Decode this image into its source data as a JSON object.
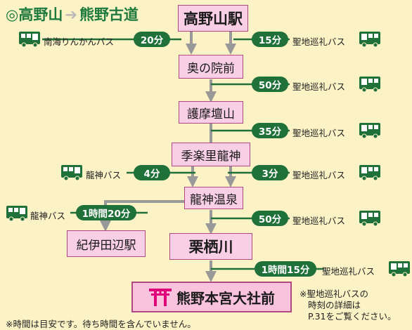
{
  "title": {
    "from": "◎高野山",
    "arrow": "➔",
    "to": "熊野古道"
  },
  "stations": {
    "koyasan": "高野山駅",
    "okunoin": "奥の院前",
    "gomadanzan": "護摩壇山",
    "kiyoraku": "季楽里龍神",
    "ryujin_onsen": "龍神温泉",
    "kii_tanabe": "紀伊田辺駅",
    "kurisugawa": "栗栖川",
    "hongu": "熊野本宮大社前"
  },
  "segments": {
    "nankai_time": "20分",
    "nankai_bus": "南海りんかんバス",
    "seichi_15": "15分",
    "seichi_15_bus": "聖地巡礼バス",
    "seichi_50a": "50分",
    "seichi_50a_bus": "聖地巡礼バス",
    "seichi_35": "35分",
    "seichi_35_bus": "聖地巡礼バス",
    "ryujin_4": "4分",
    "ryujin_4_bus": "龍神バス",
    "seichi_3": "3分",
    "seichi_3_bus": "聖地巡礼バス",
    "ryujin_120": "1時間20分",
    "ryujin_120_bus": "龍神バス",
    "seichi_50b": "50分",
    "seichi_50b_bus": "聖地巡礼バス",
    "seichi_75": "1時間15分",
    "seichi_75_bus": "聖地巡礼バス"
  },
  "notes": {
    "bottom": "※時間は目安です。待ち時間を含んでいません。",
    "right_line1": "※聖地巡礼バスの",
    "right_line2": "時刻の詳細は",
    "right_line3": "P.31をご覧ください。"
  },
  "colors": {
    "background": "#fbf2c6",
    "station_fill": "#f8cfe4",
    "station_border": "#b04884",
    "bus_green": "#20703a",
    "arrow_gray": "#999999",
    "torii_pink": "#e0007a"
  },
  "icons": {
    "bus": "bus-icon",
    "torii": "torii-icon"
  }
}
